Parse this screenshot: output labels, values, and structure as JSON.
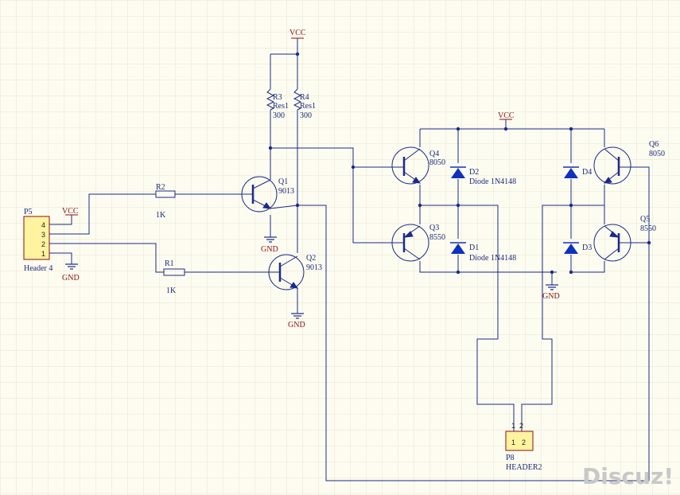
{
  "power": {
    "vcc": "VCC",
    "gnd": "GND"
  },
  "p5": {
    "ref": "P5",
    "name": "Header 4",
    "pins": [
      "4",
      "3",
      "2",
      "1"
    ]
  },
  "r1": {
    "ref": "R1",
    "value": "1K"
  },
  "r2": {
    "ref": "R2",
    "value": "1K"
  },
  "r3": {
    "ref": "R3",
    "type": "Res1",
    "value": "300"
  },
  "r4": {
    "ref": "R4",
    "type": "Res1",
    "value": "300"
  },
  "q1": {
    "ref": "Q1",
    "part": "9013"
  },
  "q2": {
    "ref": "Q2",
    "part": "9013"
  },
  "q3": {
    "ref": "Q3",
    "part": "8550"
  },
  "q4": {
    "ref": "Q4",
    "part": "8050"
  },
  "q5": {
    "ref": "Q5",
    "part": "8550"
  },
  "q6": {
    "ref": "Q6",
    "part": "8050"
  },
  "d1": {
    "ref": "D1",
    "part": "Diode 1N4148"
  },
  "d2": {
    "ref": "D2",
    "part": "Diode 1N4148"
  },
  "d3": {
    "ref": "D3"
  },
  "d4": {
    "ref": "D4"
  },
  "p8": {
    "ref": "P8",
    "name": "HEADER2",
    "pins": [
      "1",
      "2"
    ]
  },
  "watermark": "Discuz!",
  "colors": {
    "wire": "#1a2a8a",
    "power": "#8a1010",
    "component": "#1a2a8a",
    "diode": "#1030c0",
    "header_fill": "#fff3a0",
    "header_stroke": "#8a1010",
    "background": "#fdfcf0",
    "grid": "#e4e2d0"
  }
}
